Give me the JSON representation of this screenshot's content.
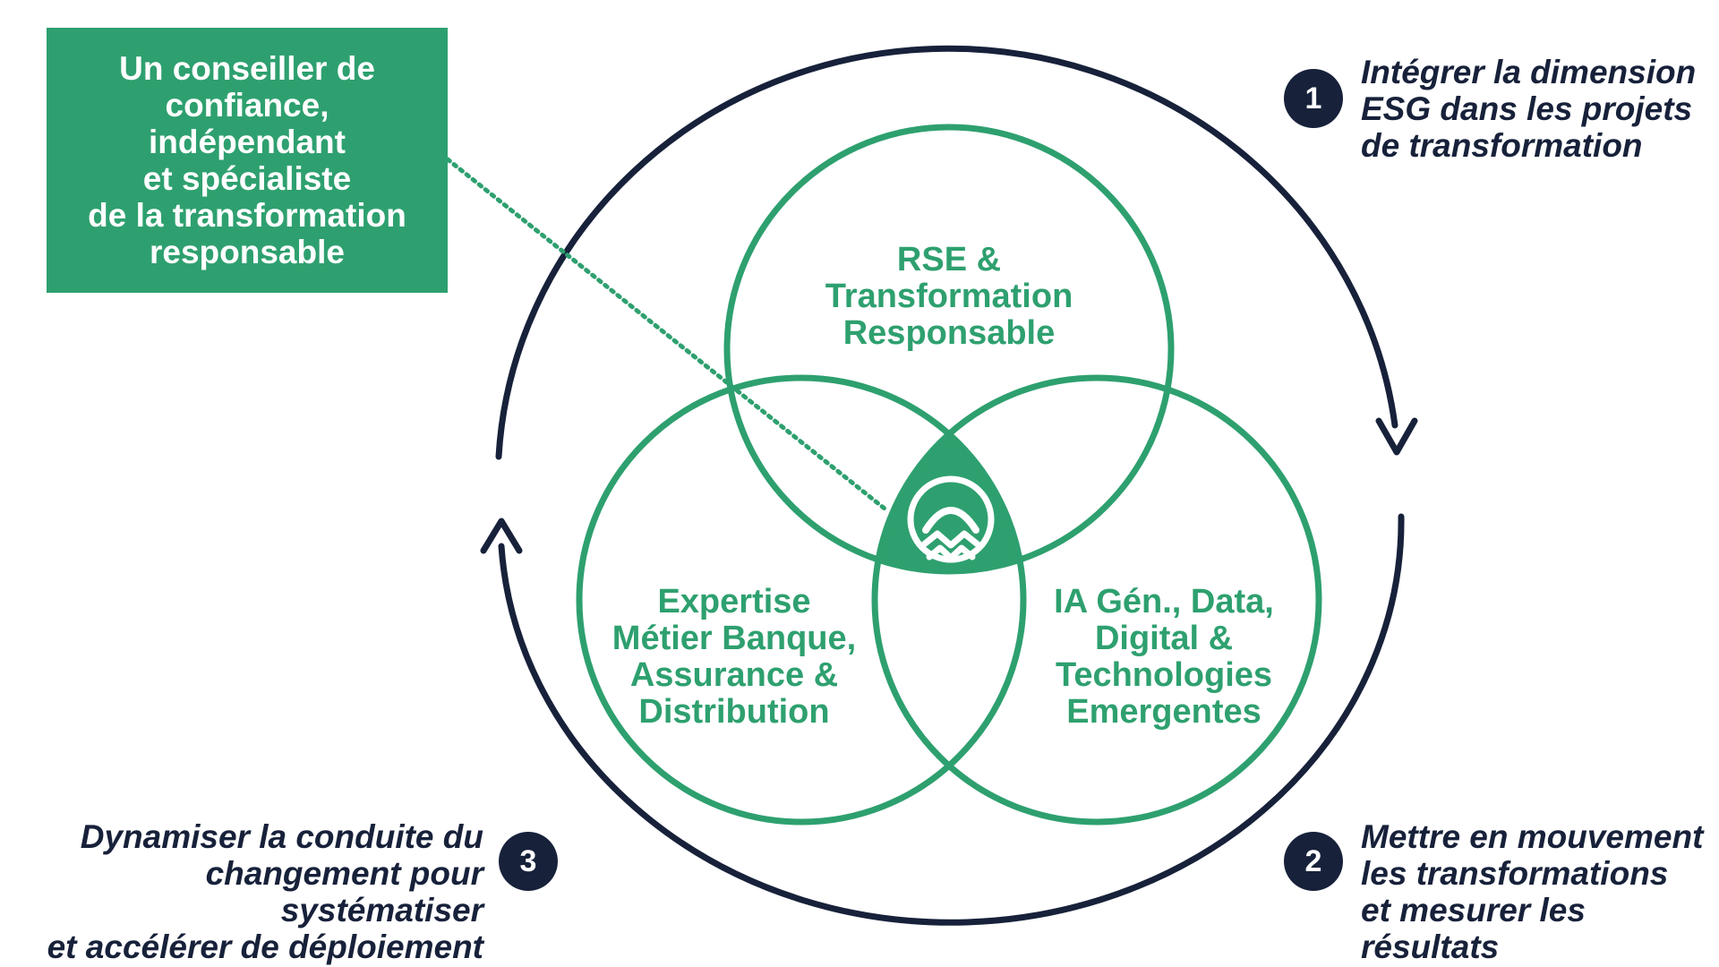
{
  "colors": {
    "green": "#2ea06f",
    "callout_bg": "#2ea06f",
    "dark": "#17213a"
  },
  "callout": {
    "text": "Un conseiller de\nconfiance,\nindépendant\net spécialiste\nde la transformation\nresponsable"
  },
  "circles": {
    "top": "RSE &\nTransformation\nResponsable",
    "left": "Expertise\nMétier Banque,\nAssurance &\nDistribution",
    "right": "IA Gén., Data,\nDigital &\nTechnologies\nEmergentes"
  },
  "center_icon": "arch-mountain-logo-icon",
  "steps": [
    {
      "number": "1",
      "text": "Intégrer la dimension\nESG dans les projets\nde transformation"
    },
    {
      "number": "2",
      "text": "Mettre en mouvement\nles transformations\net mesurer les résultats"
    },
    {
      "number": "3",
      "text": "Dynamiser la conduite du\nchangement pour systématiser\net accélérer de déploiement"
    }
  ]
}
